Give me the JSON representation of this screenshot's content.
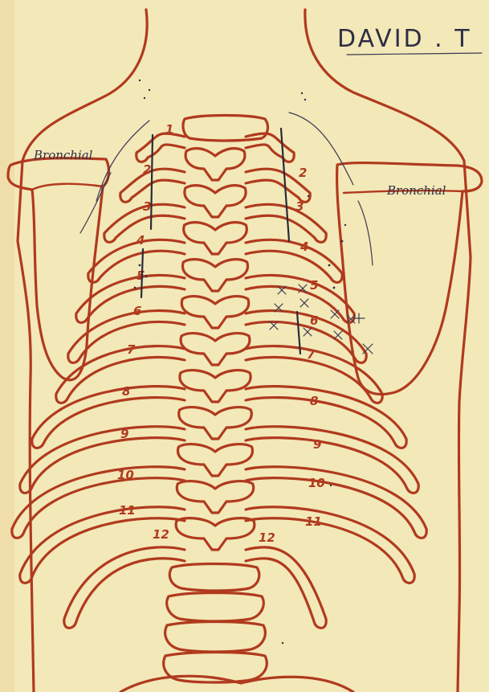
{
  "header": {
    "patient_name": "DAVID . T"
  },
  "annotations": {
    "left": "Bronchial",
    "right": "Bronchial"
  },
  "rib_numbers_left": [
    "1",
    "2",
    "3",
    "4",
    "5",
    "6",
    "7",
    "8",
    "9",
    "10",
    "11",
    "12"
  ],
  "rib_numbers_right": [
    "2",
    "3",
    "4",
    "5",
    "6",
    "7",
    "8",
    "9",
    "10",
    "11",
    "12"
  ],
  "colors": {
    "ink": "#b03a1e",
    "pencil": "#2e2e44",
    "paper": "#f3e8b8"
  }
}
